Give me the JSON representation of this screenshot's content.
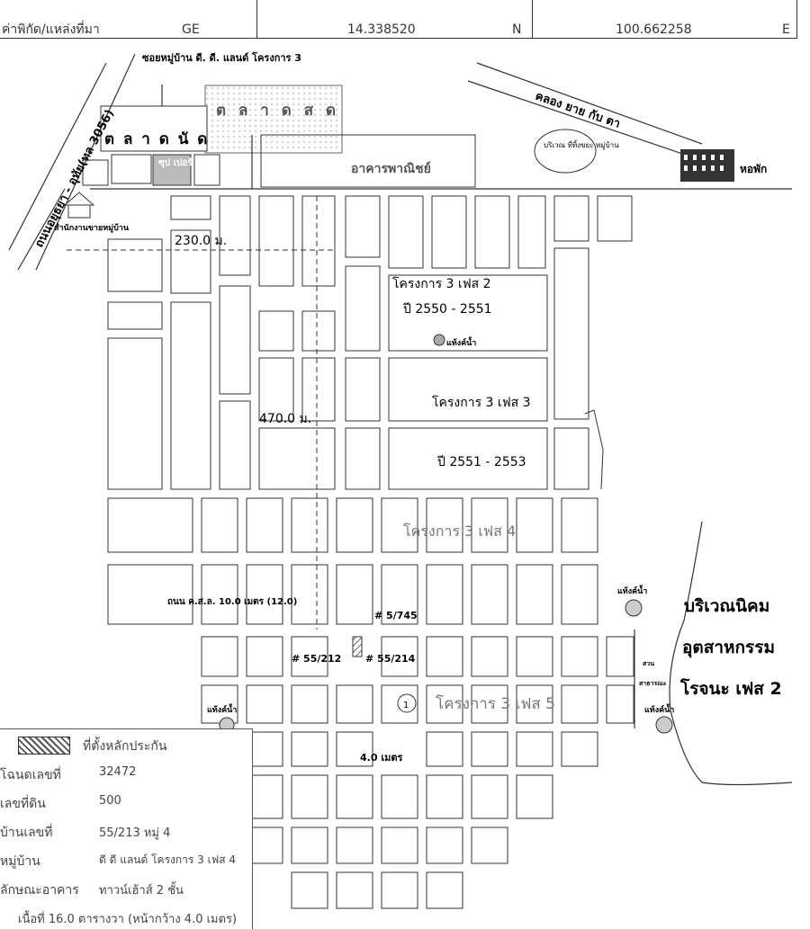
{
  "header": {
    "label": "ค่าพิกัด/แหล่งที่มา",
    "source": "GE",
    "lat": "14.338520",
    "lat_dir": "N",
    "lon": "100.662258",
    "lon_dir": "E"
  },
  "map": {
    "soi_village": "ซอยหมู่บ้าน ดี. ดี. แลนด์ โครงการ 3",
    "market_top": "ต ล า ด ส ด",
    "market_left": "ต ล า ด นั ด",
    "highway": "ถนนอยุธยา - อุทัย(ทล 3056)",
    "canal": "คลอง ยาย กับ ตา",
    "garbage": "บริเวณ ที่ทิ้งขยะ หมู่บ้าน",
    "dorm": "หอพัก",
    "commercial": "อาคารพาณิชย์",
    "sales_office": "สำนักงานขายหมู่บ้าน",
    "super_label": "ซุป เปอร์",
    "dist_230": "230.0 ม.",
    "dist_470": "470.0 ม.",
    "phase2": "โครงการ 3 เฟส 2",
    "phase2_year": "ปี 2550 - 2551",
    "phase3": "โครงการ 3 เฟส 3",
    "phase3_year": "ปี 2551 - 2553",
    "phase4": "โครงการ 3 เฟส 4",
    "phase5": "โครงการ 3 เฟส 5",
    "circle_1": "1",
    "water_tank": "แท้งค์น้ำ",
    "road_label": "ถนน ค.ส.ล. 10.0 เมตร (12.0)",
    "h_5_745": "# 5/745",
    "h_55_212": "# 55/212",
    "h_55_214": "# 55/214",
    "road_width": "4.0 เมตร",
    "industrial": [
      "บริเวณนิคม",
      "อุตสาหกรรม",
      "โรจนะ เฟส 2"
    ],
    "public_park": [
      "สวน",
      "สาธารณะ"
    ]
  },
  "info": {
    "legend": "ที่ตั้งหลักประกัน",
    "rows": [
      {
        "label": "โฉนดเลขที่",
        "value": "32472"
      },
      {
        "label": "เลขที่ดิน",
        "value": "500"
      },
      {
        "label": "บ้านเลขที่",
        "value": "55/213  หมู่ 4"
      },
      {
        "label": "หมู่บ้าน",
        "value": "ดี ดี แลนด์ โครงการ 3 เฟส 4"
      },
      {
        "label": "ลักษณะอาคาร",
        "value": "ทาวน์เฮ้าส์ 2 ชั้น"
      }
    ],
    "area": "เนื้อที่ 16.0 ตารางวา (หน้ากว้าง 4.0 เมตร)"
  }
}
